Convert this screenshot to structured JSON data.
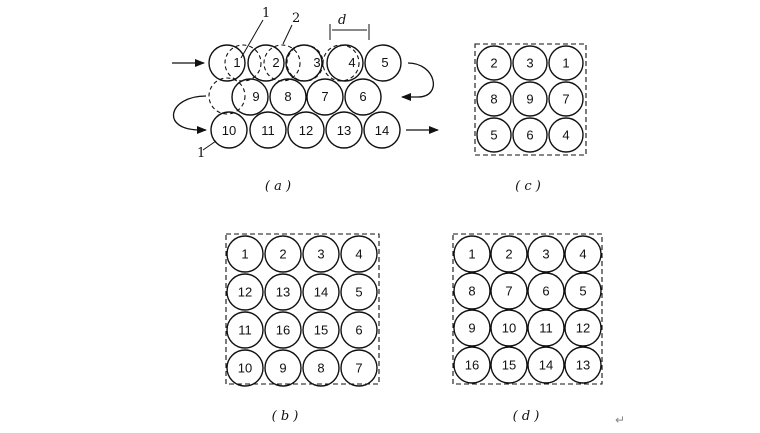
{
  "figure_a": {
    "caption": "( a )",
    "label_1_top": "1",
    "label_2_top": "2",
    "label_d": "d",
    "label_1_bottom": "1",
    "rows": [
      [
        "1",
        "2",
        "3",
        "4",
        "5"
      ],
      [
        "9",
        "8",
        "7",
        "6"
      ],
      [
        "10",
        "11",
        "12",
        "13",
        "14"
      ]
    ]
  },
  "figure_b": {
    "caption": "( b )",
    "grid": [
      [
        "1",
        "2",
        "3",
        "4"
      ],
      [
        "12",
        "13",
        "14",
        "5"
      ],
      [
        "11",
        "16",
        "15",
        "6"
      ],
      [
        "10",
        "9",
        "8",
        "7"
      ]
    ]
  },
  "figure_c": {
    "caption": "( c )",
    "grid": [
      [
        "2",
        "3",
        "1"
      ],
      [
        "8",
        "9",
        "7"
      ],
      [
        "5",
        "6",
        "4"
      ]
    ]
  },
  "figure_d": {
    "caption": "( d )",
    "grid": [
      [
        "1",
        "2",
        "3",
        "4"
      ],
      [
        "8",
        "7",
        "6",
        "5"
      ],
      [
        "9",
        "10",
        "11",
        "12"
      ],
      [
        "16",
        "15",
        "14",
        "13"
      ]
    ]
  },
  "return_mark": "↵"
}
